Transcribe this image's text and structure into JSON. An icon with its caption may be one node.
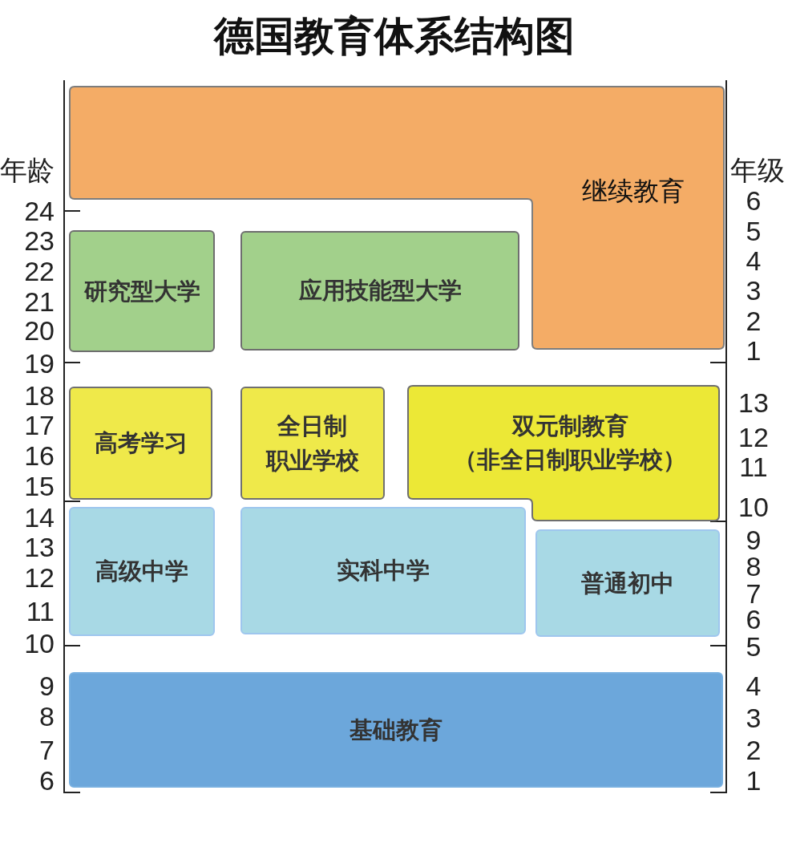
{
  "diagram": {
    "title": "德国教育体系结构图",
    "nodes": [
      {
        "text": [
          "继续教育"
        ]
      },
      {
        "text": [
          "研究型大学"
        ]
      },
      {
        "text": [
          "应用技能型大学"
        ]
      },
      {
        "text": [
          "高考学习"
        ]
      },
      {
        "text": [
          "全日制职业学校"
        ]
      },
      {
        "text": [
          "双元制教育",
          "（非全日制职业学校）"
        ]
      },
      {
        "text": [
          "高级中学"
        ]
      },
      {
        "text": [
          "实科中学"
        ]
      },
      {
        "text": [
          "普通初中"
        ]
      },
      {
        "text": [
          "基础教育"
        ]
      }
    ],
    "labels": [
      "年龄",
      "24",
      "23",
      "22",
      "21",
      "20",
      "19",
      "18",
      "17",
      "16",
      "15",
      "14",
      "13",
      "12",
      "11",
      "10",
      "9",
      "8",
      "7",
      "6",
      "年级",
      "6",
      "5",
      "4",
      "3",
      "2",
      "1",
      "13",
      "12",
      "11",
      "10",
      "9",
      "8",
      "7",
      "6",
      "5",
      "4",
      "3",
      "2",
      "1"
    ]
  }
}
